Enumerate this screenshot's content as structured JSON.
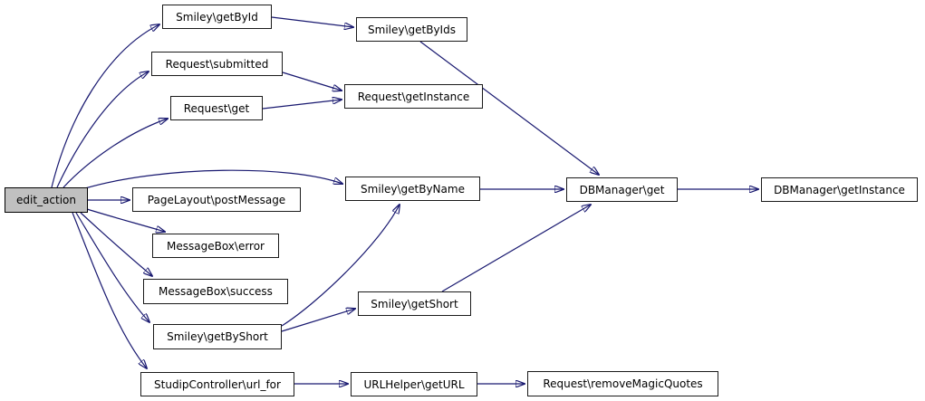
{
  "diagram": {
    "type": "call-graph",
    "edge_color": "#191970",
    "node_fill": "#ffffff",
    "node_border": "#1a1a1a",
    "highlight_fill": "#c0c0c0",
    "text_color": "#000000"
  },
  "nodes": [
    {
      "id": "edit_action",
      "label": "edit_action",
      "highlighted": true
    },
    {
      "id": "smiley_getbyid",
      "label": "Smiley\\getById",
      "highlighted": false
    },
    {
      "id": "smiley_getbyids",
      "label": "Smiley\\getByIds",
      "highlighted": false
    },
    {
      "id": "request_submitted",
      "label": "Request\\submitted",
      "highlighted": false
    },
    {
      "id": "request_get",
      "label": "Request\\get",
      "highlighted": false
    },
    {
      "id": "request_getinstance",
      "label": "Request\\getInstance",
      "highlighted": false
    },
    {
      "id": "pagelayout_postmessage",
      "label": "PageLayout\\postMessage",
      "highlighted": false
    },
    {
      "id": "smiley_getbyname",
      "label": "Smiley\\getByName",
      "highlighted": false
    },
    {
      "id": "messagebox_error",
      "label": "MessageBox\\error",
      "highlighted": false
    },
    {
      "id": "messagebox_success",
      "label": "MessageBox\\success",
      "highlighted": false
    },
    {
      "id": "smiley_getbyshort",
      "label": "Smiley\\getByShort",
      "highlighted": false
    },
    {
      "id": "smiley_getshort",
      "label": "Smiley\\getShort",
      "highlighted": false
    },
    {
      "id": "dbmanager_get",
      "label": "DBManager\\get",
      "highlighted": false
    },
    {
      "id": "dbmanager_getinstance",
      "label": "DBManager\\getInstance",
      "highlighted": false
    },
    {
      "id": "studipcontroller_url_for",
      "label": "StudipController\\url_for",
      "highlighted": false
    },
    {
      "id": "urlhelper_geturl",
      "label": "URLHelper\\getURL",
      "highlighted": false
    },
    {
      "id": "request_removemagicquotes",
      "label": "Request\\removeMagicQuotes",
      "highlighted": false
    }
  ],
  "edges": [
    {
      "from": "edit_action",
      "to": "smiley_getbyid"
    },
    {
      "from": "edit_action",
      "to": "request_submitted"
    },
    {
      "from": "edit_action",
      "to": "request_get"
    },
    {
      "from": "edit_action",
      "to": "smiley_getbyname"
    },
    {
      "from": "edit_action",
      "to": "pagelayout_postmessage"
    },
    {
      "from": "edit_action",
      "to": "messagebox_error"
    },
    {
      "from": "edit_action",
      "to": "messagebox_success"
    },
    {
      "from": "edit_action",
      "to": "smiley_getbyshort"
    },
    {
      "from": "edit_action",
      "to": "studipcontroller_url_for"
    },
    {
      "from": "smiley_getbyid",
      "to": "smiley_getbyids"
    },
    {
      "from": "smiley_getbyids",
      "to": "dbmanager_get"
    },
    {
      "from": "request_submitted",
      "to": "request_getinstance"
    },
    {
      "from": "request_get",
      "to": "request_getinstance"
    },
    {
      "from": "smiley_getbyname",
      "to": "dbmanager_get"
    },
    {
      "from": "smiley_getbyshort",
      "to": "smiley_getshort"
    },
    {
      "from": "smiley_getbyshort",
      "to": "smiley_getbyname"
    },
    {
      "from": "smiley_getshort",
      "to": "dbmanager_get"
    },
    {
      "from": "dbmanager_get",
      "to": "dbmanager_getinstance"
    },
    {
      "from": "studipcontroller_url_for",
      "to": "urlhelper_geturl"
    },
    {
      "from": "urlhelper_geturl",
      "to": "request_removemagicquotes"
    }
  ]
}
